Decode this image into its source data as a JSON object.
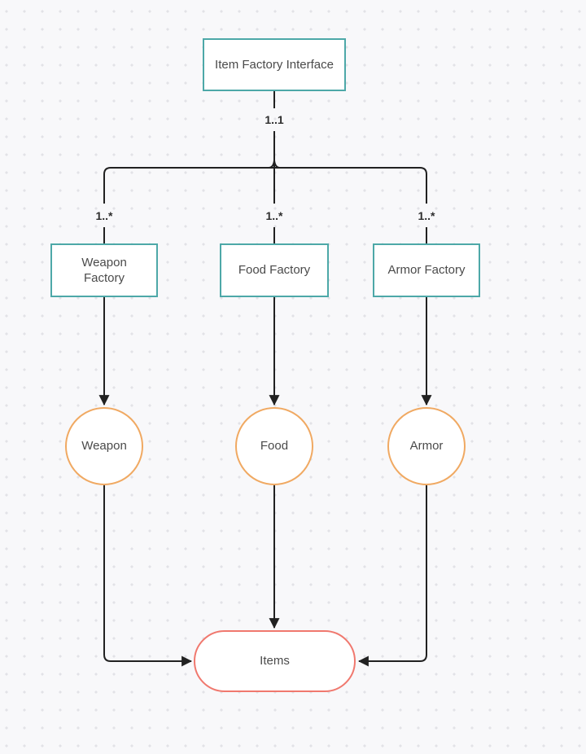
{
  "canvas": {
    "type": "diagram-canvas",
    "description": "Abstract factory pattern diagram"
  },
  "colors": {
    "background": "#F8F8FA",
    "grid_dot": "#E2E2E7",
    "connector": "#212121",
    "rect_border_teal": "#4DA8A8",
    "circle_border_orange": "#F0A962",
    "stadium_border_coral": "#F0786E",
    "node_text": "#4A4A4A",
    "edge_label_text": "#2E2E2E"
  },
  "nodes": {
    "interface": {
      "label": "Item Factory Interface",
      "shape": "rectangle"
    },
    "weapon_factory": {
      "label": "Weapon Factory",
      "shape": "rectangle"
    },
    "food_factory": {
      "label": "Food Factory",
      "shape": "rectangle"
    },
    "armor_factory": {
      "label": "Armor Factory",
      "shape": "rectangle"
    },
    "weapon": {
      "label": "Weapon",
      "shape": "circle"
    },
    "food": {
      "label": "Food",
      "shape": "circle"
    },
    "armor": {
      "label": "Armor",
      "shape": "circle"
    },
    "items": {
      "label": "Items",
      "shape": "stadium"
    }
  },
  "edge_labels": {
    "root": "1..1",
    "weapon_branch": "1..*",
    "food_branch": "1..*",
    "armor_branch": "1..*"
  }
}
